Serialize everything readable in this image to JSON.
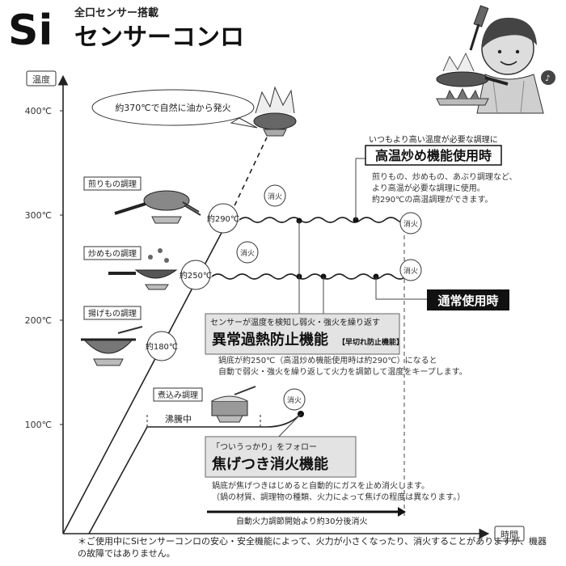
{
  "brand": {
    "logo_letters": "Si",
    "tagline": "全口センサー搭載",
    "title": "センサーコンロ"
  },
  "axes": {
    "y_label": "温度",
    "x_label": "時間",
    "ticks": [
      "400℃",
      "300℃",
      "200℃",
      "100℃"
    ]
  },
  "callouts": {
    "ignite": "約370℃で自然に油から発火",
    "cook_grill": "煎りもの調理",
    "cook_stirfry": "炒めもの調理",
    "cook_fry": "揚げもの調理",
    "cook_simmer": "煮込み調理",
    "boiling": "沸騰中",
    "point_290": "約290℃",
    "point_250": "約250℃",
    "point_180": "約180℃",
    "extinguish": "消火"
  },
  "features": {
    "high_temp": {
      "lead": "いつもより高い温度が必要な調理に",
      "title": "高温炒め機能使用時",
      "desc_1": "煎りもの、炒めもの、あぶり調理など、",
      "desc_2": "より高温が必要な調理に使用。",
      "desc_3": "約290℃の高温調理ができます。"
    },
    "normal": {
      "title": "通常使用時"
    },
    "overheat": {
      "lead": "センサーが温度を検知し弱火・強火を繰り返す",
      "title": "異常過熱防止機能",
      "sub": "【早切れ防止機能】",
      "desc_1": "鍋底が約250℃（高温炒め機能使用時は約290℃）になると",
      "desc_2": "自動で弱火・強火を繰り返して火力を調節して温度をキープします。"
    },
    "scorch": {
      "lead": "「ついうっかり」をフォロー",
      "title": "焦げつき消火機能",
      "desc_1": "鍋底が焦げつきはじめると自動的にガスを止め消火します。",
      "desc_2": "（鍋の材質、調理物の種類、火力によって焦げの程度は異なります。）"
    }
  },
  "timer": {
    "label": "自動火力調節開始より約30分後消火"
  },
  "footnote": "＊ご使用中にSiセンサーコンロの安心・安全機能によって、火力が小さくなったり、消火することがありますが、機器の故障ではありません。"
}
